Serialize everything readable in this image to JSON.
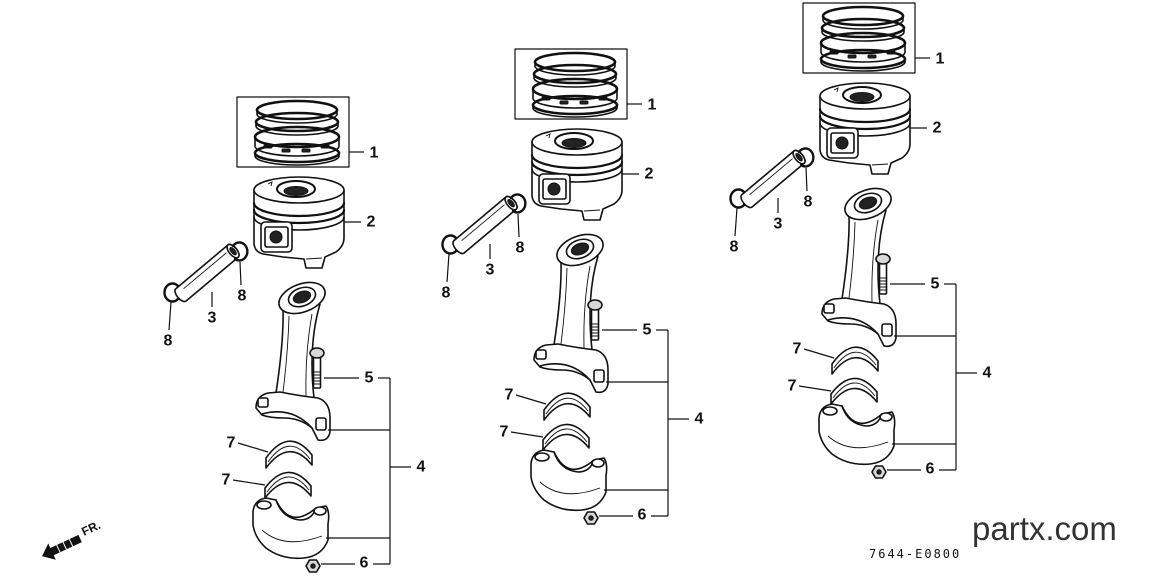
{
  "assemblies": [
    {
      "callouts": {
        "piston_rings": "1",
        "piston": "2",
        "piston_pin": "3",
        "rod_assembly": "4",
        "rod_bolt": "5",
        "rod_nut": "6",
        "bearing_upper": "7",
        "bearing_lower": "7",
        "pin_clip_right": "8",
        "pin_clip_left": "8"
      }
    },
    {
      "callouts": {
        "piston_rings": "1",
        "piston": "2",
        "piston_pin": "3",
        "rod_assembly": "4",
        "rod_bolt": "5",
        "rod_nut": "6",
        "bearing_upper": "7",
        "bearing_lower": "7",
        "pin_clip_right": "8",
        "pin_clip_left": "8"
      }
    },
    {
      "callouts": {
        "piston_rings": "1",
        "piston": "2",
        "piston_pin": "3",
        "rod_assembly": "4",
        "rod_bolt": "5",
        "rod_nut": "6",
        "bearing_upper": "7",
        "bearing_lower": "7",
        "pin_clip_right": "8",
        "pin_clip_left": "8"
      }
    }
  ],
  "front_arrow": {
    "label": "FR.",
    "icon": "front-direction-arrow-icon"
  },
  "drawing_code": "7644-E0800",
  "site_watermark": "partx.com",
  "colors": {
    "ink": "#111111",
    "background": "#ffffff",
    "watermark": "#333333"
  }
}
